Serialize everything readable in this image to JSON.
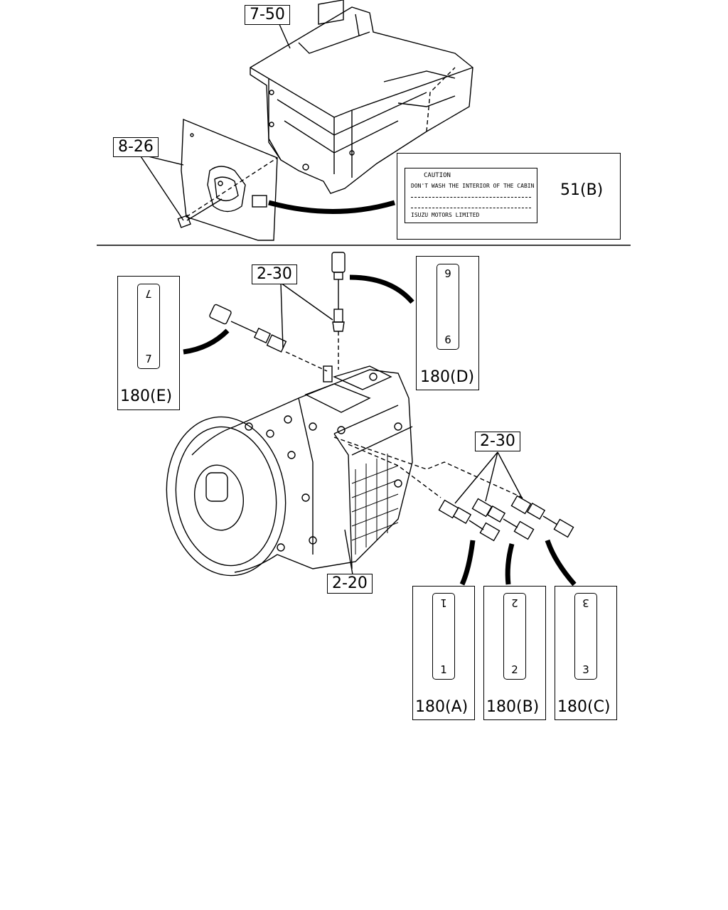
{
  "diagram": {
    "callouts": {
      "frame": "7-50",
      "plate": "8-26",
      "transmission": "2-20",
      "switch_top": "2-30",
      "switch_group": "2-30"
    },
    "caution_label": {
      "title": "CAUTION",
      "line1": "DON'T WASH THE INTERIOR OF THE CABIN",
      "maker": "ISUZU MOTORS LIMITED",
      "ref": "51(B)"
    },
    "tags": {
      "A": {
        "ref": "180(A)",
        "top": "1",
        "bottom": "1"
      },
      "B": {
        "ref": "180(B)",
        "top": "2",
        "bottom": "2"
      },
      "C": {
        "ref": "180(C)",
        "top": "3",
        "bottom": "3"
      },
      "D": {
        "ref": "180(D)",
        "top": "9",
        "bottom": "6"
      },
      "E": {
        "ref": "180(E)",
        "top": "7",
        "bottom": "7"
      }
    }
  }
}
